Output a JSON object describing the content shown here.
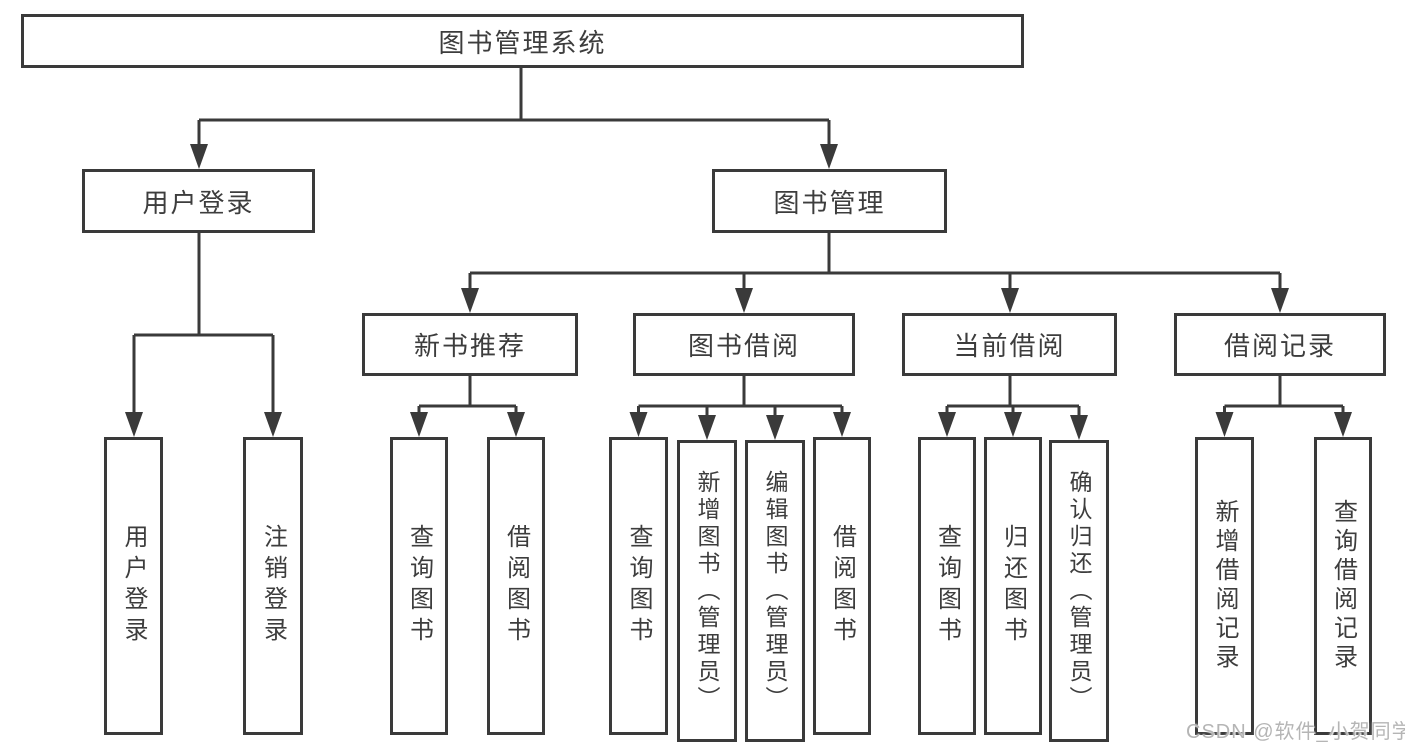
{
  "diagram_title": "图书管理系统",
  "tree": {
    "label": "图书管理系统",
    "children": [
      {
        "label": "用户登录",
        "children": [
          {
            "label": "用户登录"
          },
          {
            "label": "注销登录"
          }
        ]
      },
      {
        "label": "图书管理",
        "children": [
          {
            "label": "新书推荐",
            "children": [
              {
                "label": "查询图书"
              },
              {
                "label": "借阅图书"
              }
            ]
          },
          {
            "label": "图书借阅",
            "children": [
              {
                "label": "查询图书"
              },
              {
                "label": "新增图书（管理员）"
              },
              {
                "label": "编辑图书（管理员）"
              },
              {
                "label": "借阅图书"
              }
            ]
          },
          {
            "label": "当前借阅",
            "children": [
              {
                "label": "查询图书"
              },
              {
                "label": "归还图书"
              },
              {
                "label": "确认归还（管理员）"
              }
            ]
          },
          {
            "label": "借阅记录",
            "children": [
              {
                "label": "新增借阅记录"
              },
              {
                "label": "查询借阅记录"
              }
            ]
          }
        ]
      }
    ]
  },
  "watermark": "CSDN @软件_小贺同学",
  "colors": {
    "line": "#3a3a3a",
    "text": "#3d3d3d",
    "box_background": "#ffffff",
    "watermark": "#b5b5b5"
  }
}
